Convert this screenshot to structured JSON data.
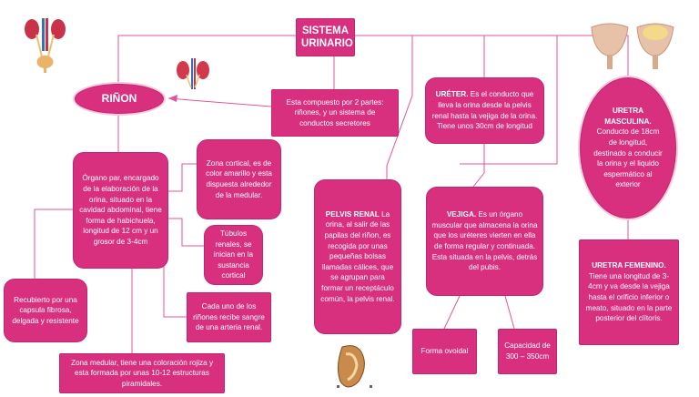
{
  "title": "SISTEMA URINARIO",
  "intro": "Esta compuesto por  2 partes: riñones,  y un sistema de conductos secretores",
  "rinon": {
    "label": "RIÑON",
    "main": "Órgano par, encargado de la elaboración de la orina, situado en la cavidad abdominal, tiene forma de habichuela, longitud de 12 cm y un grosor de 3-4cm",
    "cortical": "Zona cortical, es de color amarillo y esta dispuesta alrededor de la medular.",
    "tubulos": "Túbulos renales, se inician en la sustancia cortical",
    "rinones": "Cada uno de los riñones recibe sangre de una arteria renal.",
    "capsula": "Recubierto por una capsula fibrosa, delgada y resistente",
    "medular": "Zona medular, tiene una coloración rojiza y esta formada por unas 10-12 estructuras piramidales."
  },
  "pelvis": {
    "heading": "PELVIS RENAL",
    "text": " La orina, al salir de las papilas del riñon, es recogida por unas pequeñas bolsas llamadas cálices, que se agrupan para formar un receptáculo común, la pelvis renal."
  },
  "ureter": {
    "heading": "URÉTER.",
    "text": " Es el conducto que lleva la orina desde la pelvis renal hasta la vejiga de la orina. Tiene unos 30cm de longitud"
  },
  "vejiga": {
    "heading": "VEJIGA.",
    "text": " Es un órgano muscular que almacena la orina que los uréteres vierten en ella de forma regular y continuada. Esta situada en la pelvis, detrás del pubis.",
    "forma": "Forma ovoidal",
    "capacidad": "Capacidad de 300 – 350cm"
  },
  "uretra_m": {
    "heading": "URETRA MASCULINA.",
    "text": " Conducto de 18cm de longitud, destinado a conducir la orina y el liquido espermático al exterior"
  },
  "uretra_f": {
    "heading": "URETRA FEMENINO.",
    "text": " Tiene una longitud de 3-4cm y va desde la vejiga hasta el orificio inferior o meato, situado en la parte posterior del clítoris."
  },
  "colors": {
    "box": "#d8307f",
    "line": "#e0569a",
    "light": "#f6c9de"
  },
  "icons": [
    "urinary-system-icon",
    "kidney-icon",
    "kidney-cross-section-icon",
    "bladder-icon"
  ]
}
